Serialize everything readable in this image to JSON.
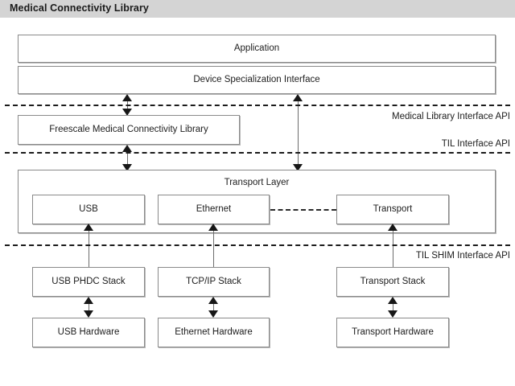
{
  "header": {
    "title": "Medical Connectivity Library"
  },
  "diagram": {
    "type": "layered-architecture-block-diagram",
    "boxes": {
      "application": "Application",
      "device_specialization_interface": "Device Specialization Interface",
      "freescale_library": "Freescale Medical Connectivity Library",
      "transport_layer": "Transport Layer",
      "usb": "USB",
      "ethernet": "Ethernet",
      "transport": "Transport",
      "usb_phdc_stack": "USB PHDC Stack",
      "tcpip_stack": "TCP/IP Stack",
      "transport_stack": "Transport Stack",
      "usb_hardware": "USB Hardware",
      "ethernet_hardware": "Ethernet Hardware",
      "transport_hardware": "Transport Hardware"
    },
    "api_boundaries": [
      "Medical Library Interface API",
      "TIL Interface API",
      "TIL SHIM Interface API"
    ],
    "colors": {
      "header_background": "#d4d4d4",
      "box_border": "#8a8a8a",
      "box_fill": "#ffffff",
      "arrow": "#171717",
      "separator": "#1b1b1b",
      "text": "#1d1d1d"
    }
  }
}
